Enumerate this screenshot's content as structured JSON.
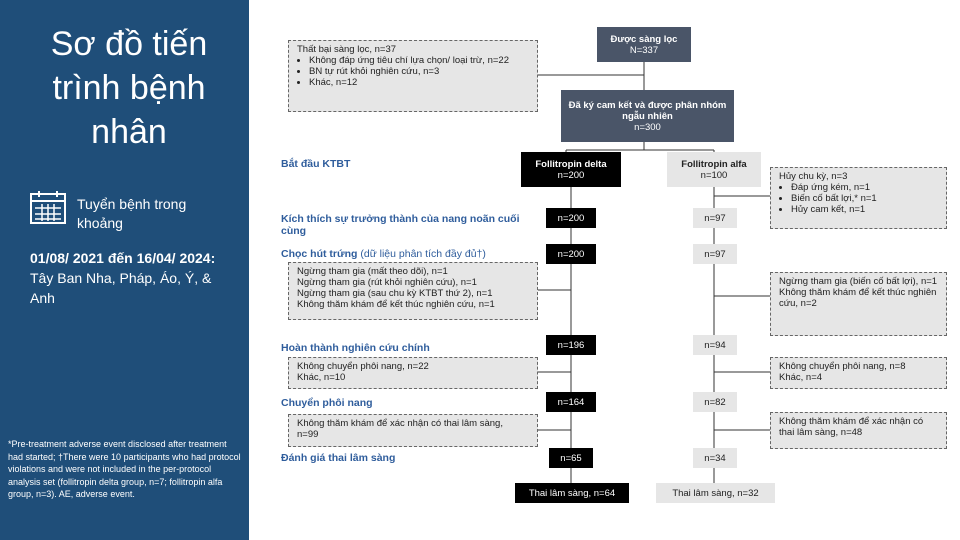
{
  "sidebar": {
    "title": "Sơ đồ tiến trình bệnh nhân",
    "recruit_label": "Tuyển bệnh trong khoảng",
    "dates_bold": "01/08/ 2021 đến 16/04/ 2024:",
    "dates_rest": "Tây Ban Nha, Pháp, Áo, Ý, & Anh",
    "footnote": "*Pre-treatment adverse event disclosed after treatment had started; †There were 10 participants who had protocol violations and were not included in the per-protocol analysis set (follitropin delta group, n=7; follitropin alfa group, n=3). AE, adverse event."
  },
  "screened": {
    "title": "Được sàng lọc",
    "n": "N=337"
  },
  "screen_fail": {
    "title": "Thất bại sàng lọc, n=37",
    "items": [
      "Không đáp ứng tiêu chí lựa chọn/ loại trừ, n=22",
      "BN tự rút khỏi nghiên cứu, n=3",
      "Khác, n=12"
    ]
  },
  "randomized": {
    "title": "Đã ký cam kết và được phân nhóm ngẫu nhiên",
    "n": "n=300"
  },
  "stages": {
    "start": "Bắt đầu KTBT",
    "stim": "Kích thích sự trưởng thành của nang noãn cuối cùng",
    "retrieval": "Chọc hút trứng",
    "retrieval_sub": "(dữ liệu phân tích đầy đủ†)",
    "completed": "Hoàn thành nghiên cứu chính",
    "transfer": "Chuyển phôi nang",
    "clinical": "Đánh giá thai lâm sàng"
  },
  "delta": {
    "name": "Follitropin delta",
    "n0": "n=200",
    "n1": "n=200",
    "n2": "n=200",
    "n3": "n=196",
    "n4": "n=164",
    "n5": "n=65",
    "outcome": "Thai lâm sàng, n=64",
    "drop1": [
      "Ngừng tham gia (mất theo dõi), n=1",
      "Ngừng tham gia (rút khỏi nghiên cứu), n=1",
      "Ngừng tham gia (sau chu kỳ KTBT thứ 2), n=1",
      "Không thăm khám để kết thúc nghiên cứu, n=1"
    ],
    "drop2": [
      "Không chuyển phôi nang, n=22",
      "Khác, n=10"
    ],
    "drop3": [
      "Không thăm khám để xác nhận có thai lâm sàng, n=99"
    ]
  },
  "alfa": {
    "name": "Follitropin alfa",
    "n0": "n=100",
    "n1": "n=97",
    "n2": "n=97",
    "n3": "n=94",
    "n4": "n=82",
    "n5": "n=34",
    "outcome": "Thai lâm sàng, n=32",
    "cancel_title": "Hủy chu kỳ, n=3",
    "cancel_items": [
      "Đáp ứng kém, n=1",
      "Biến cố bất lợi,* n=1",
      "Hủy cam kết, n=1"
    ],
    "drop1": [
      "Ngừng tham gia (biến cố bất lợi), n=1",
      "Không thăm khám để kết thúc nghiên cứu, n=2"
    ],
    "drop2": [
      "Không chuyển phôi nang, n=8",
      "Khác, n=4"
    ],
    "drop3": [
      "Không thăm khám để xác nhận có thai lâm sàng, n=48"
    ]
  }
}
